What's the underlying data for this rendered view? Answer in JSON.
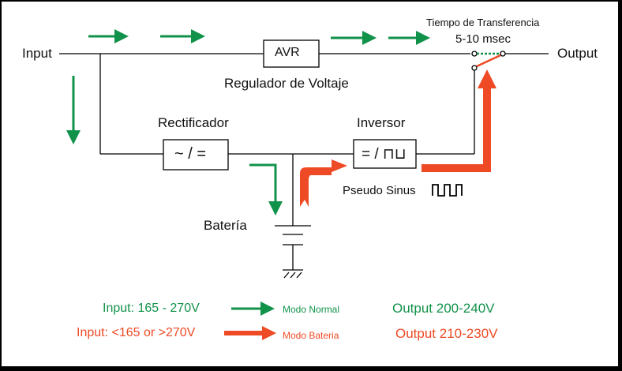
{
  "colors": {
    "normal": "#11924a",
    "battery": "#ee4a25",
    "line": "#000000"
  },
  "labels": {
    "input": "Input",
    "output": "Output",
    "transfer_time_title": "Tiempo de Transferencia",
    "transfer_time_value": "5-10 msec",
    "avr": "AVR",
    "voltage_regulator": "Regulador de Voltaje",
    "rectifier": "Rectificador",
    "rectifier_symbol": "~ / =",
    "inverter": "Inversor",
    "inverter_symbol": "= / ⊓⊔",
    "pseudo_sine": "Pseudo Sinus",
    "battery": "Batería"
  },
  "legend": {
    "normal": {
      "input": "Input: 165 - 270V",
      "mode": "Modo Normal",
      "output": "Output 200-240V"
    },
    "battery": {
      "input": "Input: <165 or >270V",
      "mode": "Modo Bateria",
      "output": "Output 210-230V"
    }
  }
}
